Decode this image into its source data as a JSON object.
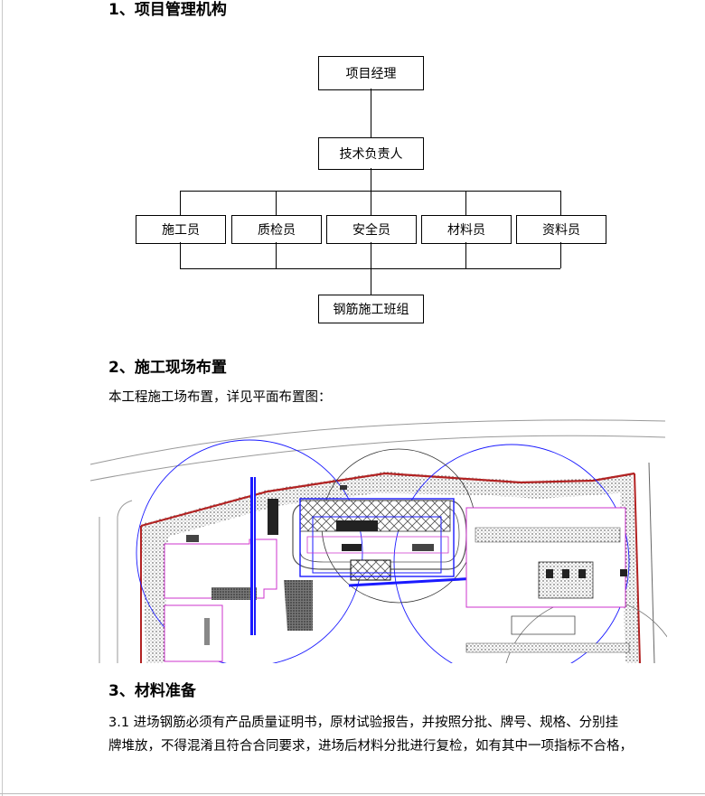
{
  "sections": {
    "org_heading": "1、项目管理机构",
    "site_heading": "2、施工现场布置",
    "site_text": "本工程施工场布置，详见平面布置图：",
    "material_heading": "3、材料准备",
    "material_line1": "3.1 进场钢筋必须有产品质量证明书，原材试验报告，并按照分批、牌号、规格、分别挂",
    "material_line2": "牌堆放，不得混淆且符合合同要求，进场后材料分批进行复检，如有其中一项指标不合格，"
  },
  "org_chart": {
    "manager": "项目经理",
    "tech_lead": "技术负责人",
    "staff": [
      "施工员",
      "质检员",
      "安全员",
      "材料员",
      "资料员"
    ],
    "team": "钢筋施工班组"
  },
  "colors": {
    "site_boundary": "#b22222",
    "crane_radius": "#1a1aff",
    "building_outline": "#cc33cc",
    "hatch_fill": "#444444"
  }
}
